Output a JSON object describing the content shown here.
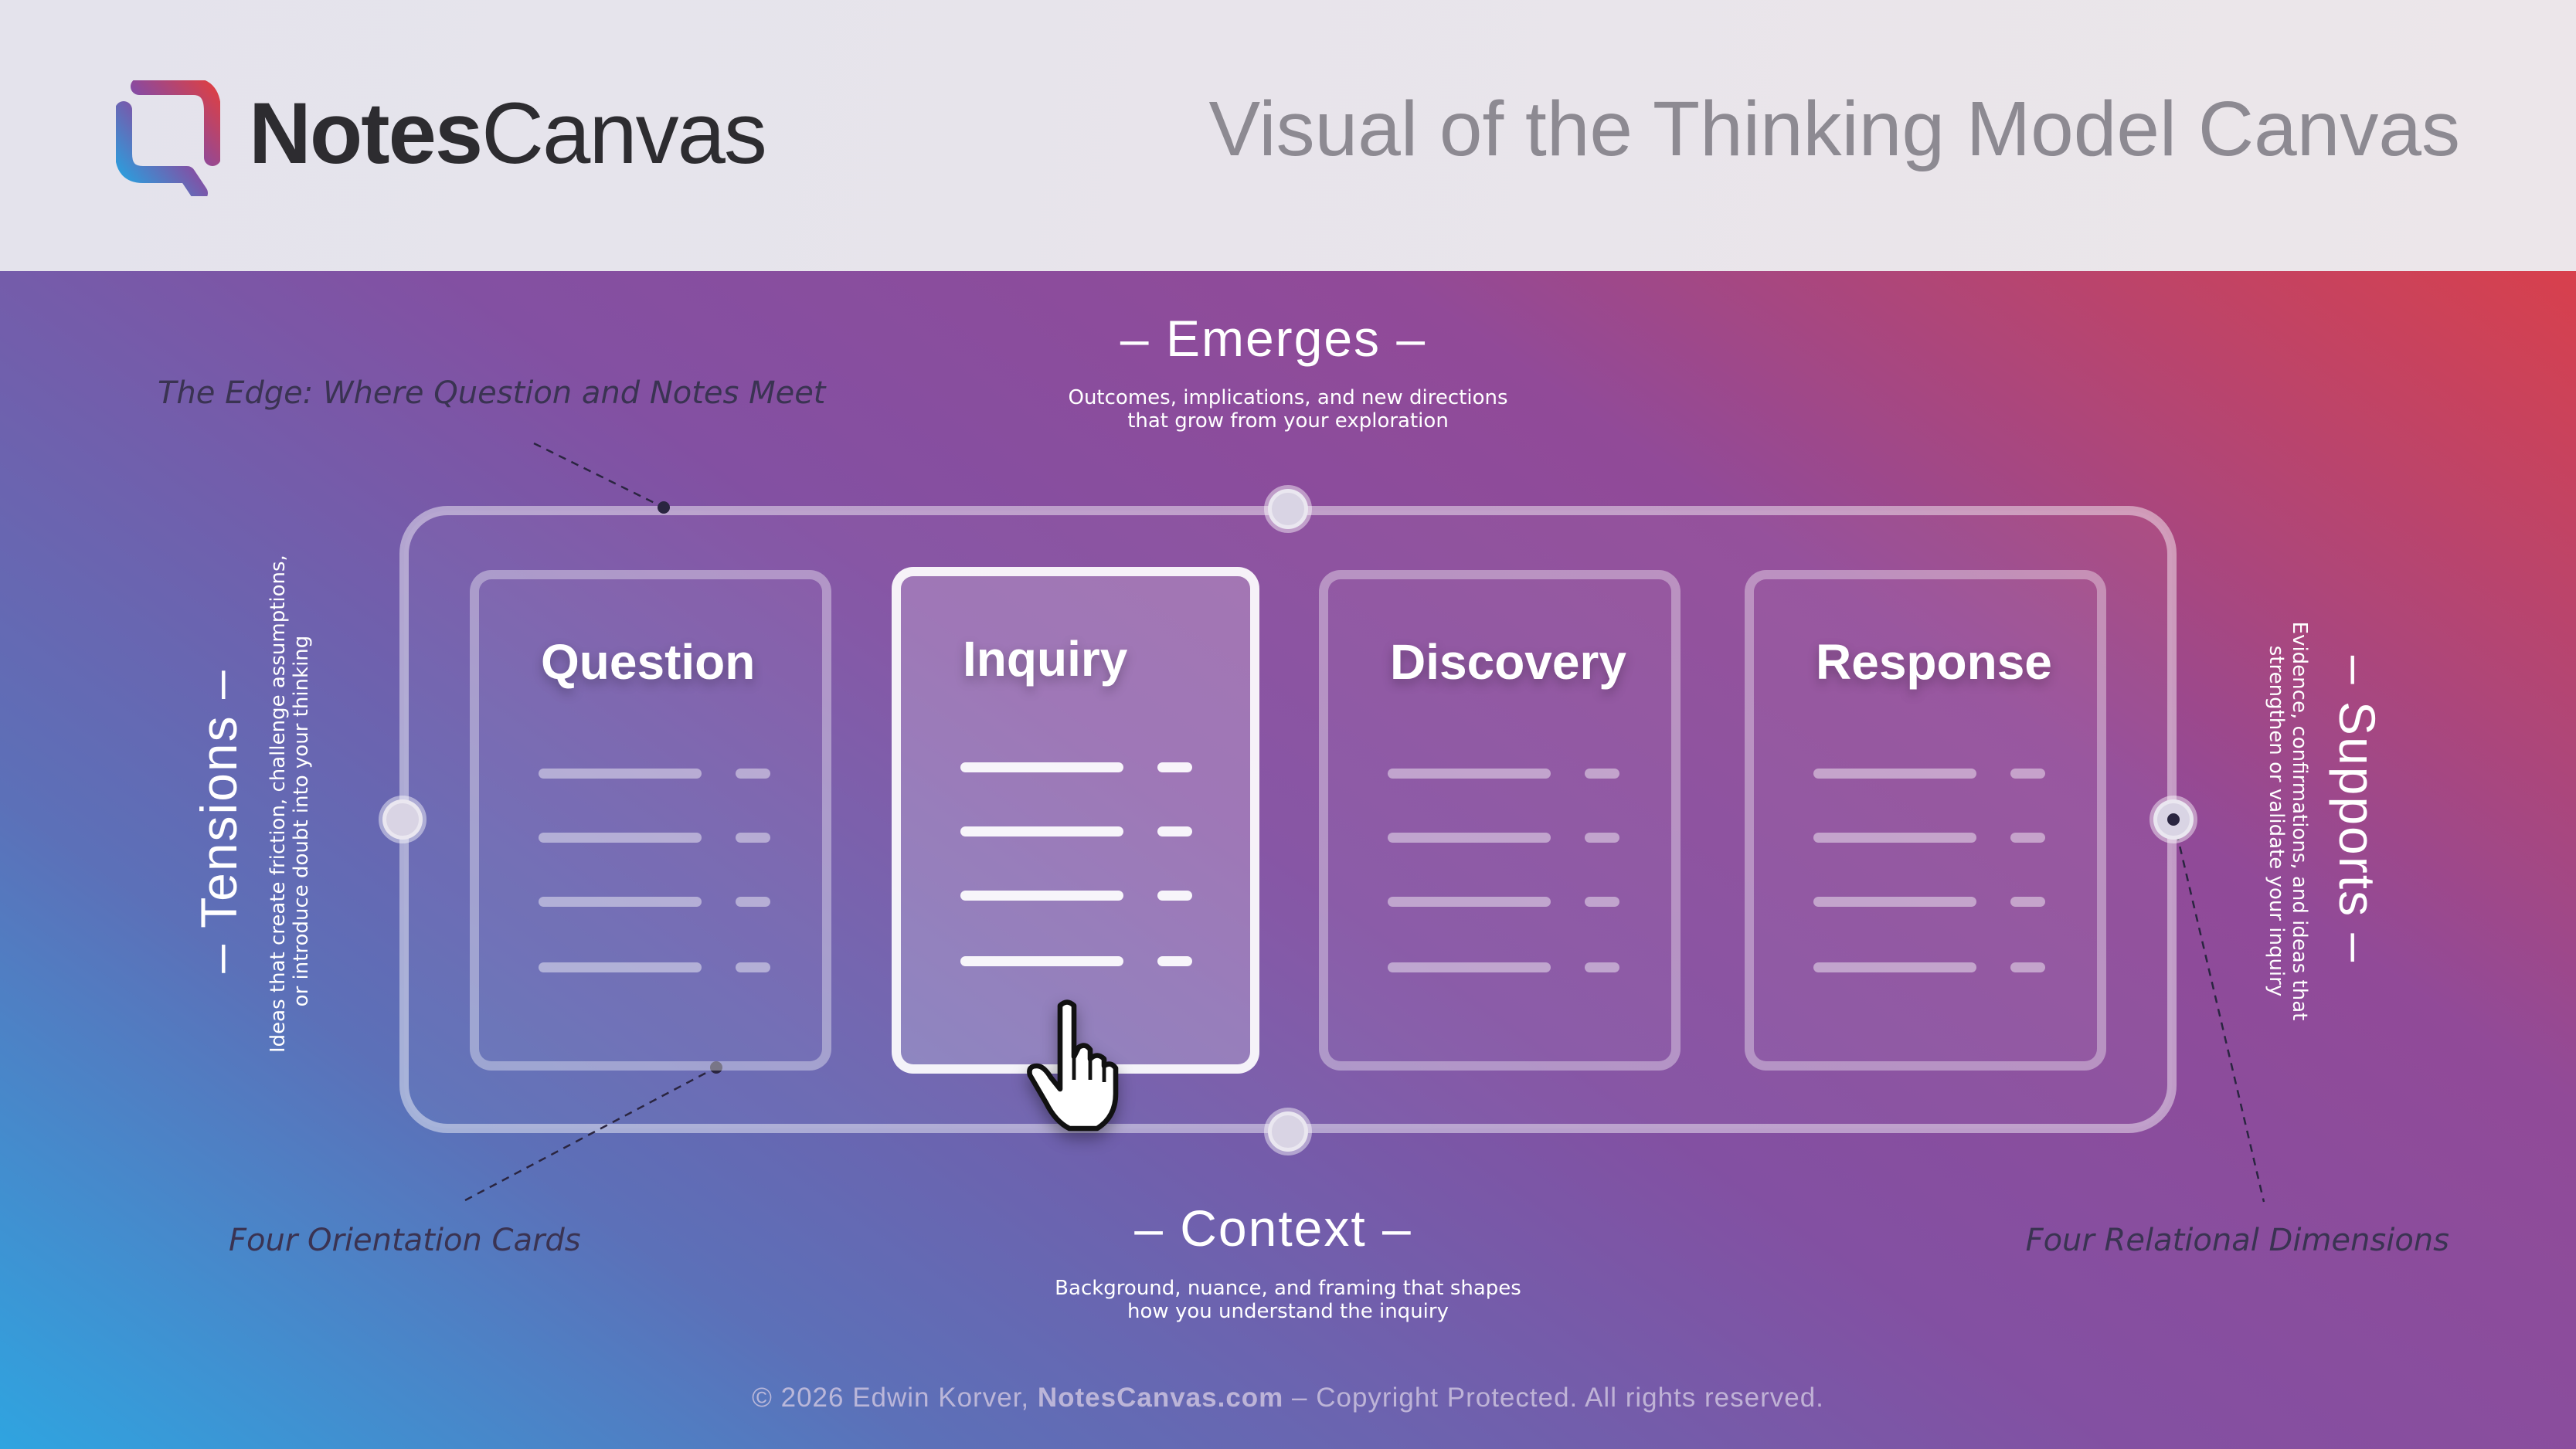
{
  "header": {
    "brand_bold": "Notes",
    "brand_light": "Canvas",
    "title": "Visual of the Thinking Model Canvas"
  },
  "dimensions": {
    "top": {
      "heading": "– Emerges –",
      "line1": "Outcomes, implications, and new directions",
      "line2": "that grow from your exploration"
    },
    "bottom": {
      "heading": "– Context –",
      "line1": "Background, nuance, and framing that shapes",
      "line2": "how you understand the inquiry"
    },
    "left": {
      "heading": "– Tensions –",
      "line1": "Ideas that create friction, challenge assumptions,",
      "line2": "or introduce doubt into your thinking"
    },
    "right": {
      "heading": "– Supports –",
      "line1": "Evidence, confirmations, and ideas that",
      "line2": "strengthen or validate your inquiry"
    }
  },
  "cards": [
    {
      "title": "Question",
      "active": false
    },
    {
      "title": "Inquiry",
      "active": true
    },
    {
      "title": "Discovery",
      "active": false
    },
    {
      "title": "Response",
      "active": false
    }
  ],
  "annotations": {
    "edge": "The Edge: Where Question and Notes Meet",
    "cards": "Four Orientation Cards",
    "dimensions": "Four Relational Dimensions"
  },
  "footer": {
    "prefix": "© 2026 Edwin Korver, ",
    "site": "NotesCanvas.com",
    "suffix": " – Copyright Protected. All rights reserved."
  },
  "colors": {
    "gradient_blue": "#2fa4e0",
    "gradient_purple": "#8350a2",
    "gradient_red": "#d8404c",
    "brand_text": "#2d2c30"
  }
}
